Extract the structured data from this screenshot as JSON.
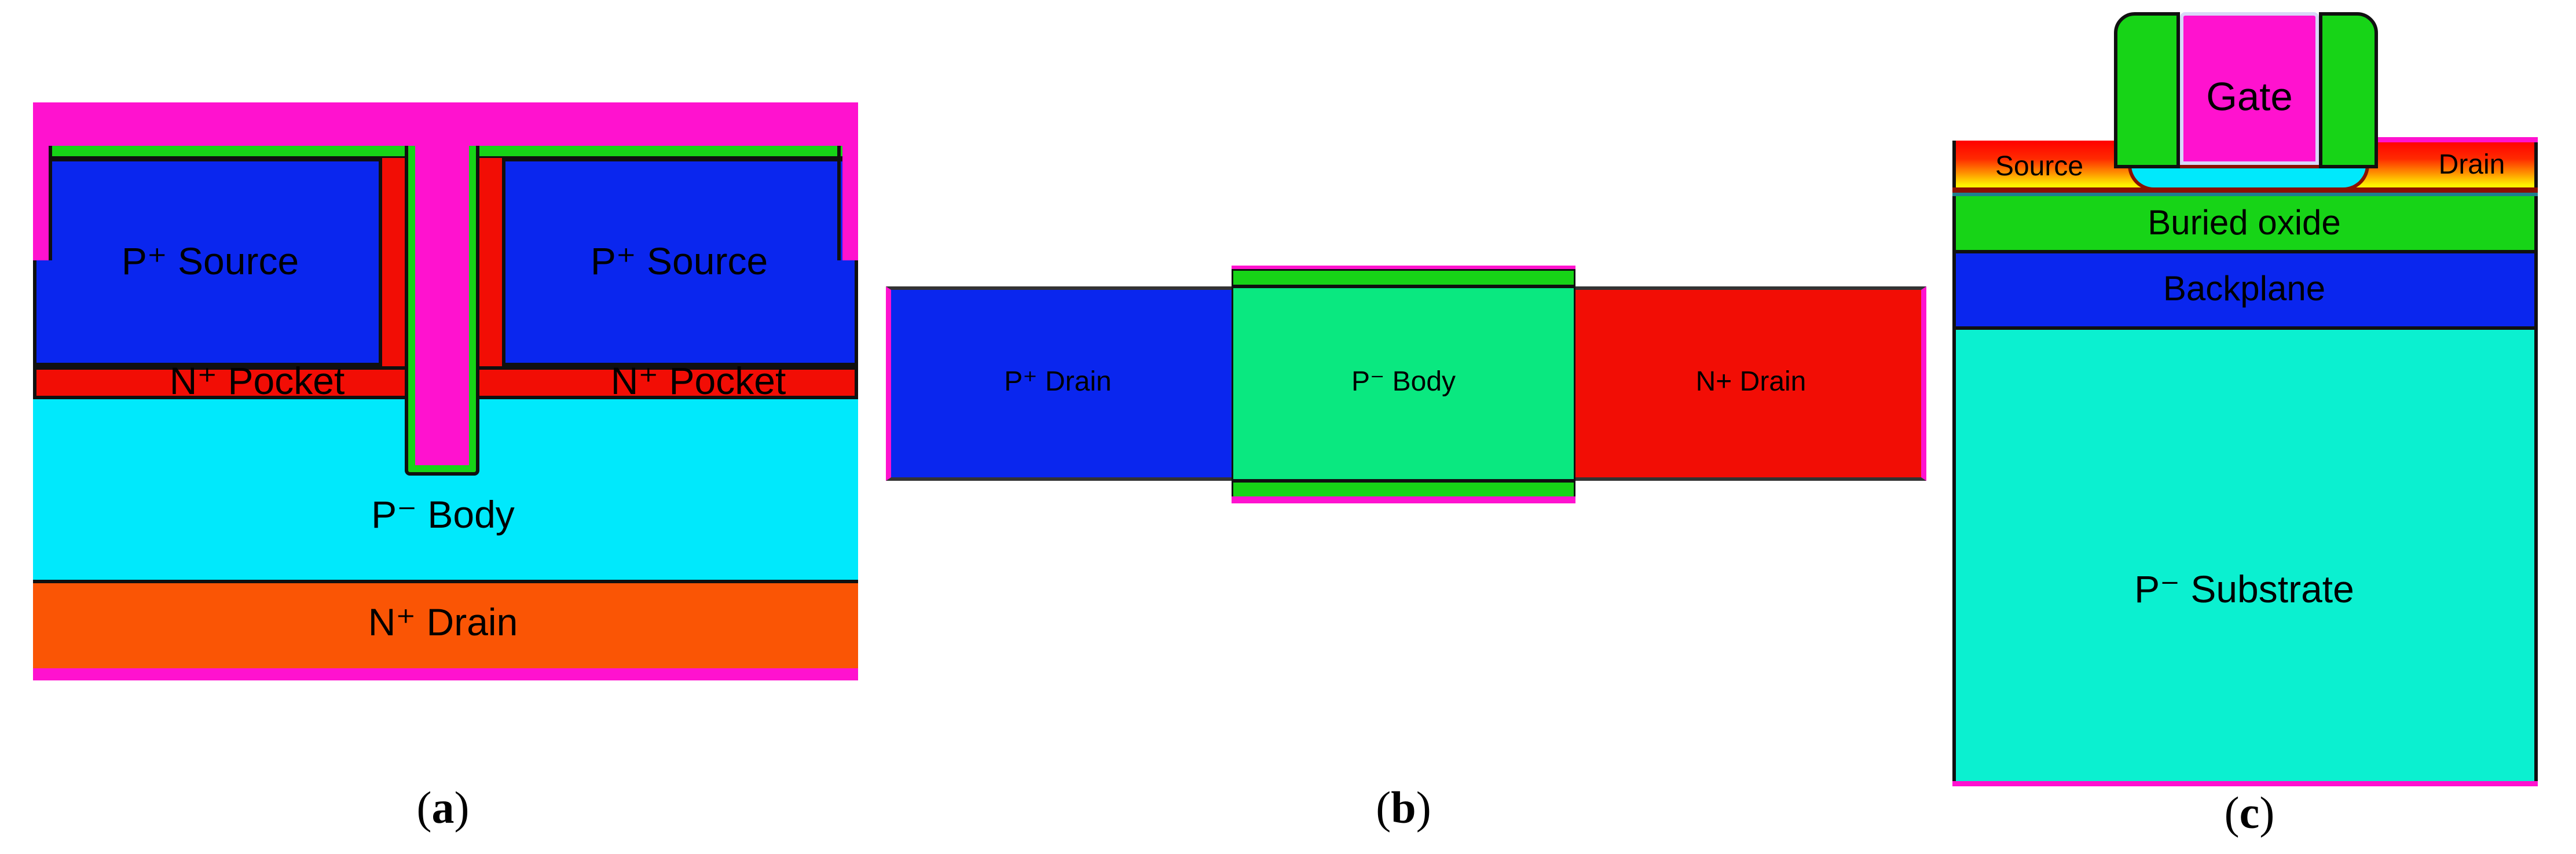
{
  "palette": {
    "magenta": "#FF12CF",
    "green": "#17D417",
    "blue": "#0A26EE",
    "red": "#F20D05",
    "cyan": "#00E9FC",
    "turquoise": "#0BF0D0",
    "spring_green": "#0AE880",
    "orange": "#FA5505",
    "dark_red": "#8B1000",
    "teal_line": "#1F7F8F"
  },
  "panel_a": {
    "source_left": "P⁺ Source",
    "source_right": "P⁺ Source",
    "pocket_left": "N⁺ Pocket",
    "pocket_right": "N⁺ Pocket",
    "body": "P⁻ Body",
    "drain": "N⁺ Drain",
    "caption": {
      "open": "(",
      "letter": "a",
      "close": ")"
    }
  },
  "panel_b": {
    "p_drain": "P⁺ Drain",
    "body": "P⁻ Body",
    "n_drain": "N+ Drain",
    "caption": {
      "open": "(",
      "letter": "b",
      "close": ")"
    }
  },
  "panel_c": {
    "gate": "Gate",
    "source": "Source",
    "drain": "Drain",
    "buried_oxide": "Buried oxide",
    "backplane": "Backplane",
    "substrate": "P⁻ Substrate",
    "caption": {
      "open": "(",
      "letter": "c",
      "close": ")"
    }
  }
}
